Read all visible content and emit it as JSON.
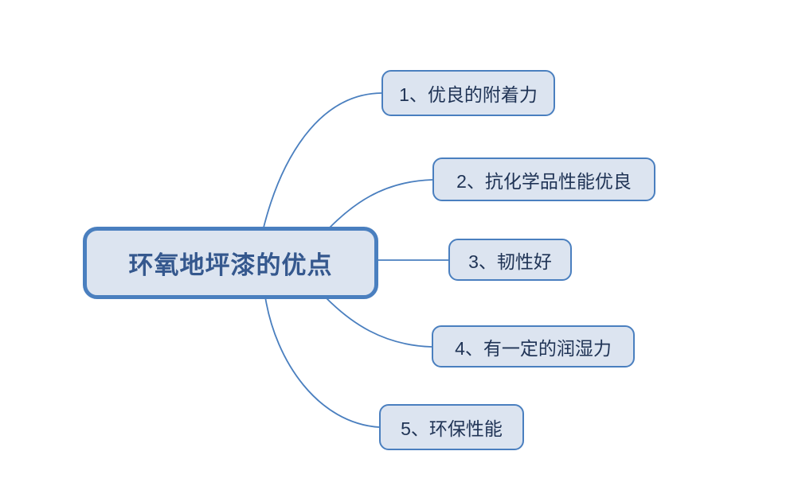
{
  "diagram": {
    "type": "mind-map",
    "background_color": "#ffffff",
    "node_fill_color": "#dce4f0",
    "node_border_color": "#4a7fbf",
    "central_text_color": "#35588e",
    "child_text_color": "#1f3355",
    "connector_color": "#4a7fbf",
    "central": {
      "label": "环氧地坪漆的优点"
    },
    "branches": [
      {
        "label": "1、优良的附着力"
      },
      {
        "label": "2、抗化学品性能优良"
      },
      {
        "label": "3、韧性好"
      },
      {
        "label": "4、有一定的润湿力"
      },
      {
        "label": "5、环保性能"
      }
    ]
  }
}
